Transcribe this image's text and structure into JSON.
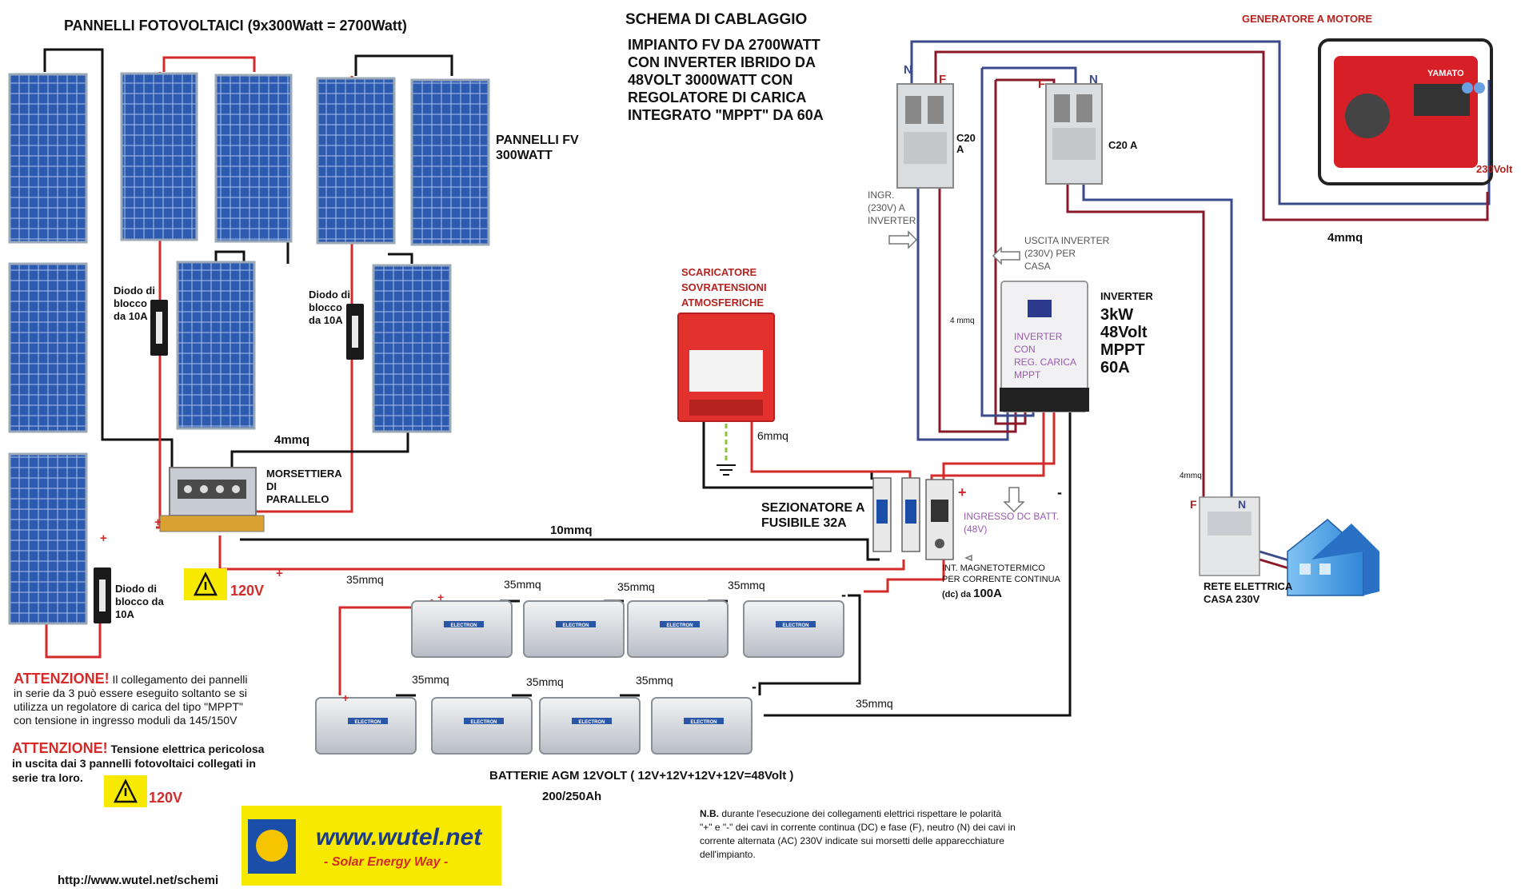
{
  "title": {
    "panels_heading": "PANNELLI FOTOVOLTAICI (9x300Watt = 2700Watt)",
    "schema_heading": "SCHEMA DI CABLAGGIO",
    "schema_desc": [
      "IMPIANTO FV DA 2700WATT",
      "CON INVERTER IBRIDO DA",
      "48VOLT 3000WATT CON",
      "REGOLATORE DI CARICA",
      "INTEGRATO \"MPPT\" DA 60A"
    ]
  },
  "labels": {
    "panels_fv": [
      "PANNELLI FV",
      "300WATT"
    ],
    "diode_left": [
      "Diodo di",
      "blocco",
      "da 10A"
    ],
    "diode_mid": [
      "Diodo di",
      "blocco",
      "da 10A"
    ],
    "diode_bottom": [
      "Diodo di",
      "blocco da",
      "10A"
    ],
    "mors": [
      "MORSETTIERA",
      "DI",
      "PARALLELO"
    ],
    "scaricatore": [
      "SCARICATORE",
      "SOVRATENSIONI",
      "ATMOSFERICHE"
    ],
    "generatore": "GENERATORE A MOTORE",
    "volt230": "230Volt",
    "c20a_left": [
      "C20",
      "A"
    ],
    "c20a_right": "C20 A",
    "ingr": [
      "INGR.",
      "(230V) A",
      "INVERTER"
    ],
    "uscita": [
      "USCITA INVERTER",
      "(230V) PER",
      "CASA"
    ],
    "inverter_title": "INVERTER",
    "inverter_spec": [
      "3kW",
      "48Volt",
      "MPPT",
      "60A"
    ],
    "inverter_body": [
      "INVERTER",
      "CON",
      "REG. CARICA",
      "MPPT"
    ],
    "sezionatore": [
      "SEZIONATORE A",
      "FUSIBILE 32A"
    ],
    "ingresso_dc": [
      "INGRESSO DC BATT.",
      "(48V)"
    ],
    "int_magn": [
      "INT. MAGNETOTERMICO",
      "PER CORRENTE CONTINUA"
    ],
    "int_magn_dc": "(dc) da ",
    "int_magn_amp": "100A",
    "rete": [
      "RETE ELETTRICA",
      "CASA 230V"
    ],
    "batterie": "BATTERIE AGM  12VOLT  ( 12V+12V+12V+12V=48Volt )",
    "batterie_cap": "200/250Ah",
    "attenzione1_head": "ATTENZIONE!",
    "attenzione1_lines": [
      " Il collegamento dei pannelli",
      "in serie da 3 può essere eseguito soltanto se si",
      "utilizza un regolatore di carica del tipo \"MPPT\"",
      "con tensione in ingresso moduli da 145/150V"
    ],
    "attenzione2_head": "ATTENZIONE!",
    "attenzione2_lines": [
      " Tensione elettrica pericolosa",
      "in uscita dai 3 pannelli fotovoltaici collegati in",
      "serie tra loro."
    ],
    "v120": "120V",
    "nb_head": "N.B.",
    "nb_lines": [
      " durante l'esecuzione dei collegamenti elettrici rispettare le polarità",
      "\"+\" e \"-\" dei cavi in corrente continua (DC) e fase (F), neutro (N) dei cavi in",
      "corrente alternata (AC) 230V indicate sui morsetti delle apparecchiature",
      "dell'impianto."
    ],
    "url_bottom": "http://www.wutel.net/schemi",
    "logo_main": "www.wutel.net",
    "logo_sub": "- Solar Energy Way -",
    "generator_brand": "YAMATO"
  },
  "wire_labels": {
    "mm4_panels": "4mmq",
    "mm10": "10mmq",
    "mm6": "6mmq",
    "mm4_gen": "4mmq",
    "mm4_small_inv": "4 mmq",
    "mm4_small_rete": "4mmq",
    "mm35_list": [
      "35mmq",
      "35mmq",
      "35mmq",
      "35mmq",
      "35mmq",
      "35mmq",
      "35mmq",
      "35mmq"
    ]
  },
  "polarity": {
    "plus": "+",
    "minus": "-",
    "N": "N",
    "F": "F"
  },
  "battery_brand": "ELECTRON",
  "colors": {
    "dc_positive": "#d42a2a",
    "dc_negative": "#111111",
    "ac_neutral": "#3a4a8a",
    "ac_phase": "#8a1a2a",
    "ground": "#8ac43a",
    "warning": "#d42a2a",
    "logo_bg": "#f7ea00"
  }
}
